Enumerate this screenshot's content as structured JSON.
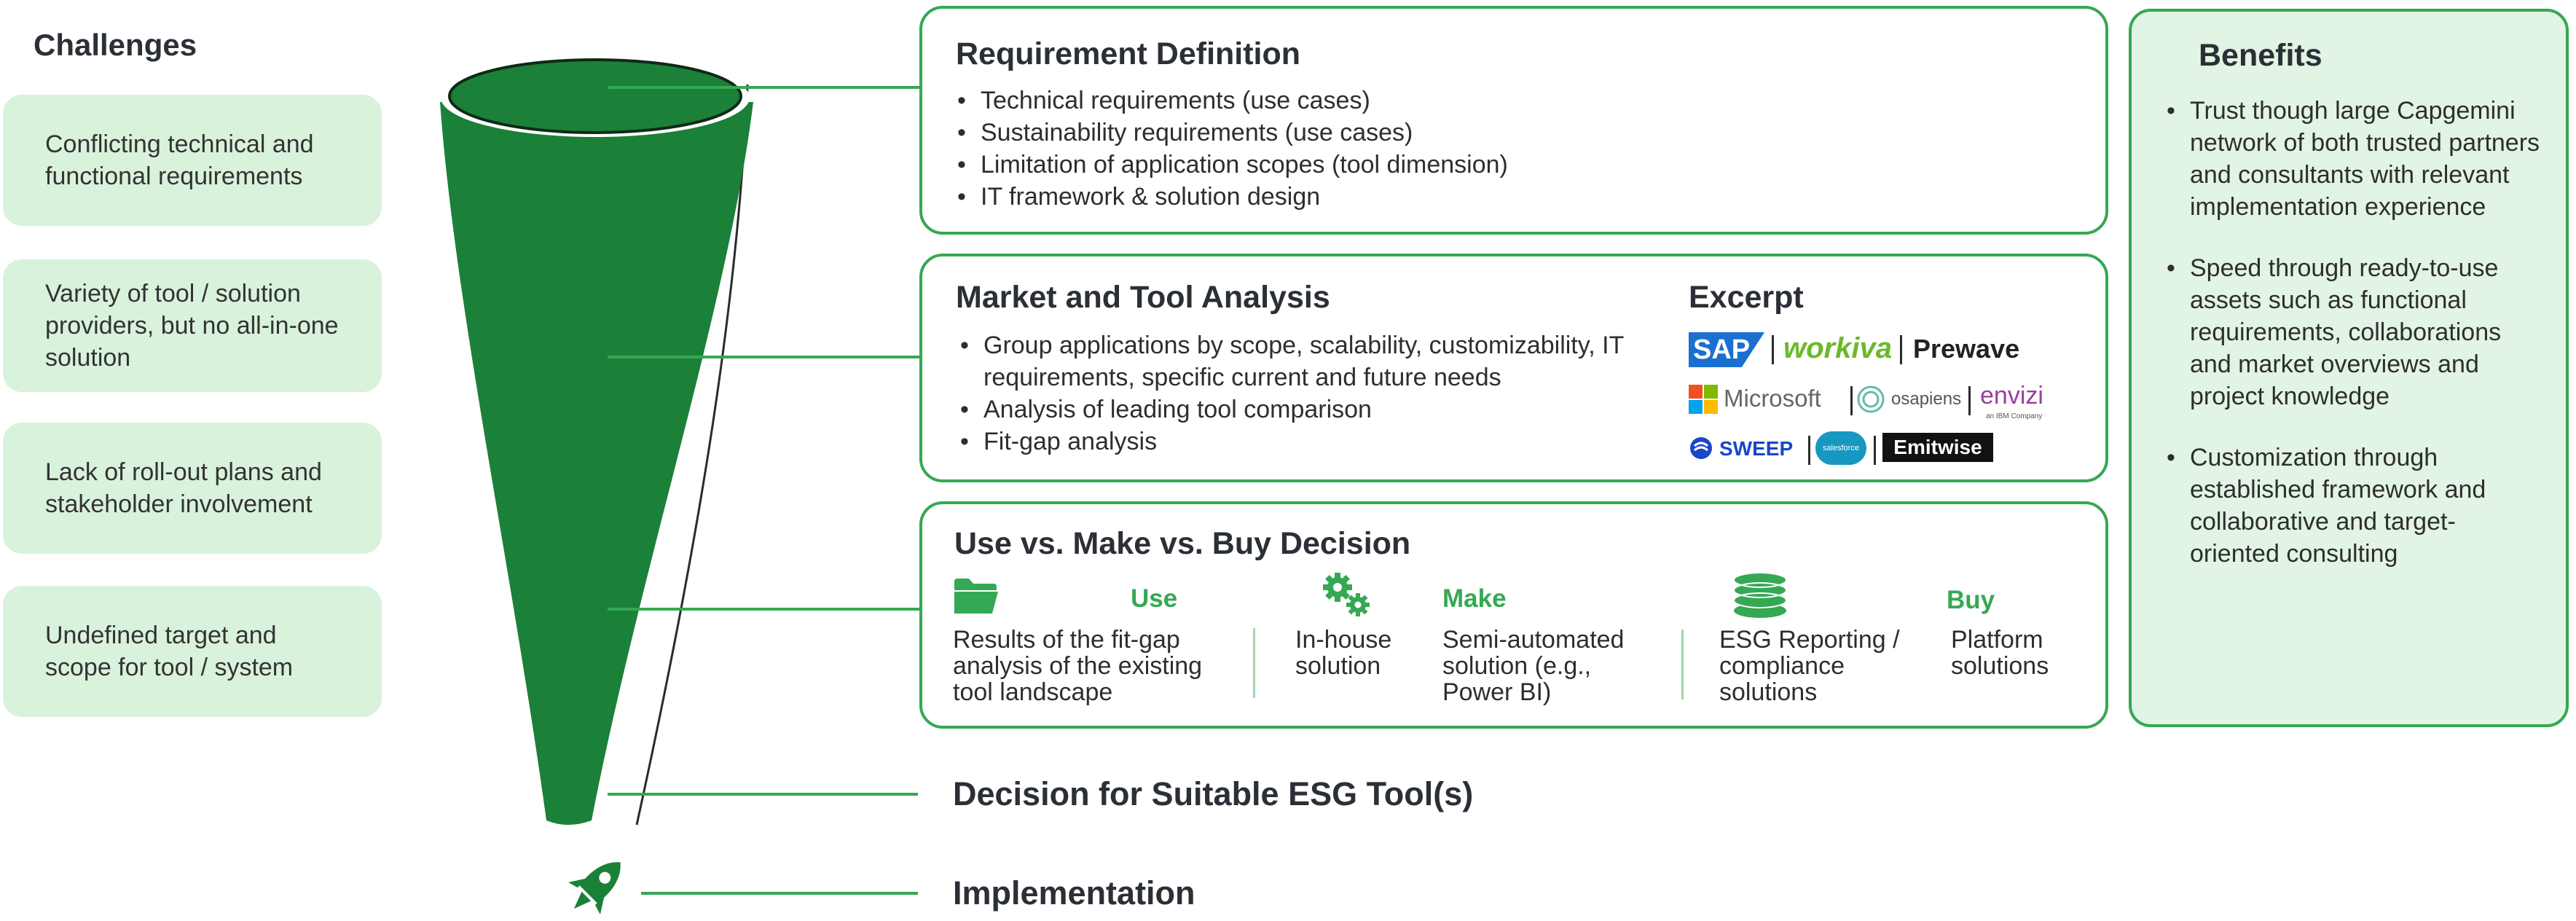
{
  "challenges": {
    "title": "Challenges",
    "items": [
      "Conflicting technical and functional requirements",
      "Variety of tool / solution providers, but no all-in-one solution",
      "Lack of roll-out plans and stakeholder involvement",
      "Undefined target and scope for tool / system"
    ]
  },
  "requirement": {
    "title": "Requirement Definition",
    "bullets": [
      "Technical requirements (use cases)",
      "Sustainability requirements (use cases)",
      "Limitation of application scopes (tool dimension)",
      "IT framework & solution design"
    ]
  },
  "market": {
    "title": "Market and Tool Analysis",
    "bullets": [
      "Group applications by scope, scalability, customizability, IT requirements, specific current and future needs",
      "Analysis of leading tool comparison",
      "Fit-gap analysis"
    ],
    "excerpt_title": "Excerpt",
    "logos": {
      "sap": "SAP",
      "workiva": "workiva",
      "prewave": "Prewave",
      "microsoft": "Microsoft",
      "osapiens": "osapiens",
      "envizi": "envizi",
      "envizi_sub": "an IBM Company",
      "sweep": "SWEEP",
      "salesforce": "salesforce",
      "emitwise": "Emitwise"
    }
  },
  "decision": {
    "title": "Use vs. Make vs. Buy Decision",
    "use": {
      "label": "Use",
      "left": "Results of the fit-gap analysis of the existing tool landscape"
    },
    "make": {
      "label": "Make",
      "left": "In-house solution",
      "right": "Semi-automated solution (e.g., Power BI)"
    },
    "buy": {
      "label": "Buy",
      "left": "ESG Reporting / compliance solutions",
      "right": "Platform solutions"
    }
  },
  "steps": {
    "decision_suitable": "Decision for Suitable ESG Tool(s)",
    "implementation": "Implementation"
  },
  "benefits": {
    "title": "Benefits",
    "items": [
      "Trust though large Capgemini network of both trusted partners and consultants with relevant implementation experience",
      "Speed through ready-to-use assets such as functional requirements, collaborations and market overviews and project knowledge",
      "Customization through established framework and collaborative and target-oriented consulting"
    ]
  },
  "colors": {
    "accent": "#35a853",
    "funnel": "#1b8038",
    "challenge_bg": "#d9f2dc",
    "benefit_bg": "#e2f4e4"
  },
  "icons": [
    "folder-icon",
    "gears-icon",
    "coins-icon",
    "rocket-icon"
  ]
}
